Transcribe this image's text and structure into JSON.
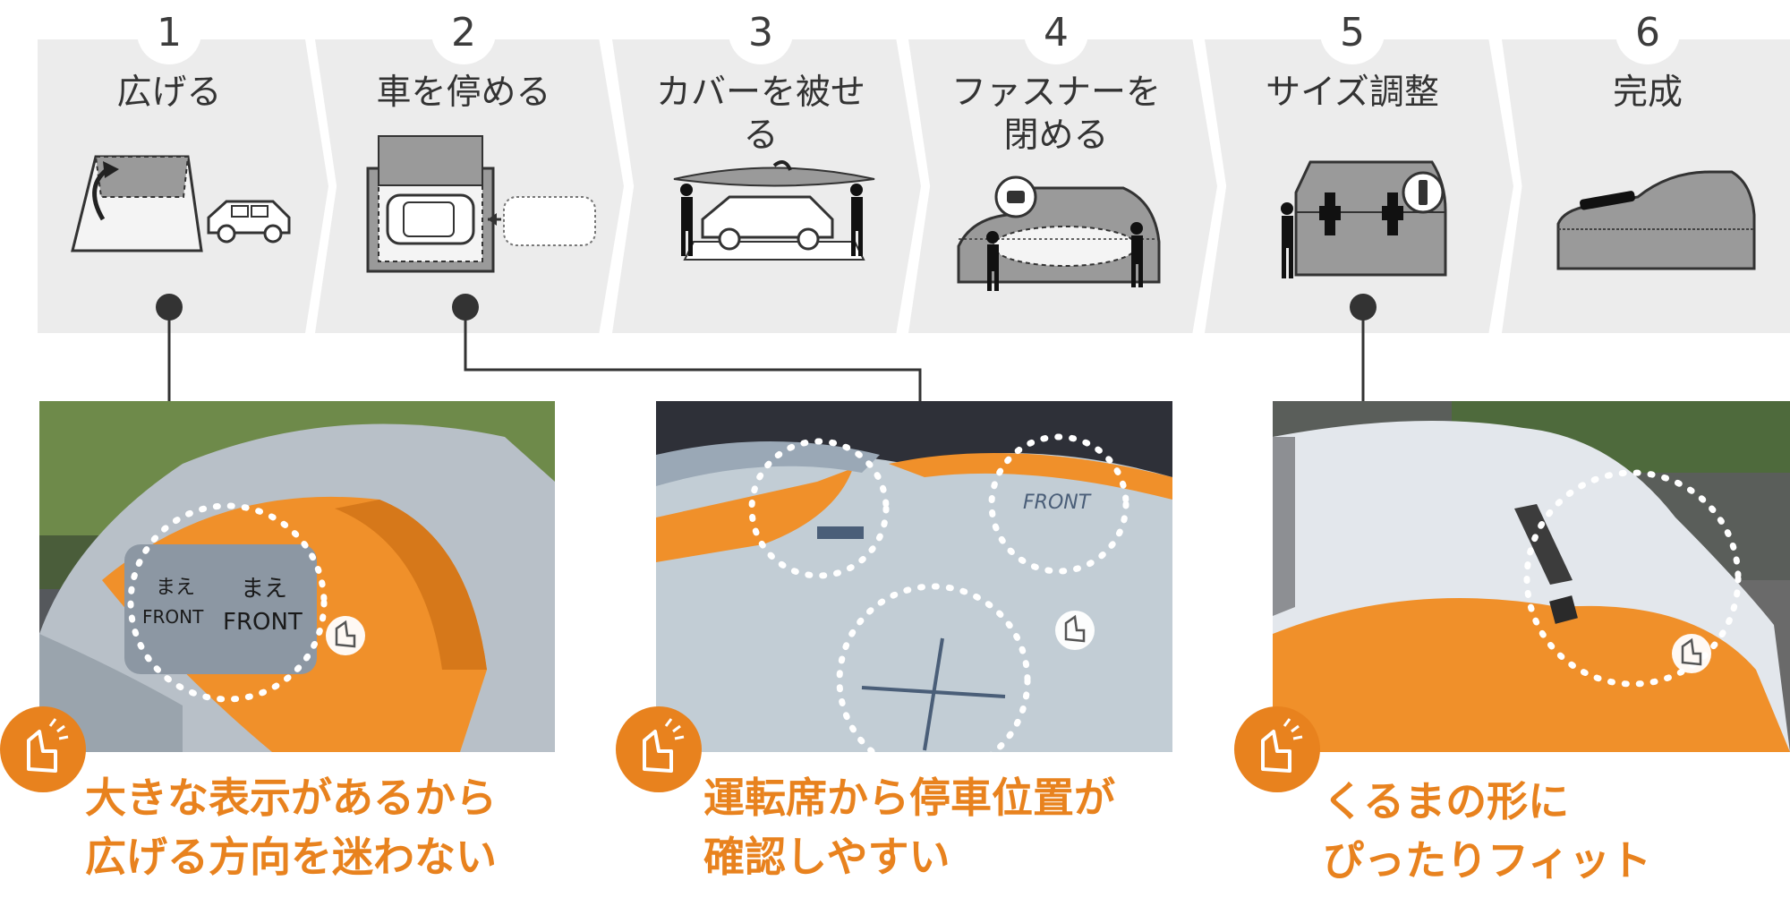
{
  "steps": [
    {
      "number": "1",
      "label": "広げる"
    },
    {
      "number": "2",
      "label": "車を停める"
    },
    {
      "number": "3",
      "label": "カバーを被せる"
    },
    {
      "number": "4",
      "label": "ファスナーを\n閉める"
    },
    {
      "number": "5",
      "label": "サイズ調整"
    },
    {
      "number": "6",
      "label": "完成"
    }
  ],
  "photos": [
    {
      "marks": [
        "まえ",
        "FRONT",
        "まえ",
        "FRONT"
      ]
    },
    {
      "marks": [
        "FRONT"
      ]
    },
    {
      "marks": []
    }
  ],
  "callouts": [
    {
      "line1": "大きな表示があるから",
      "line2": "広げる方向を迷わない"
    },
    {
      "line1": "運転席から停車位置が",
      "line2": "確認しやすい"
    },
    {
      "line1": "くるまの形に",
      "line2": "ぴったりフィット"
    }
  ],
  "colors": {
    "accent": "#e8821e",
    "step_bg": "#ececec",
    "cover_orange": "#f0902a",
    "cover_silver": "#b7c3cf"
  }
}
